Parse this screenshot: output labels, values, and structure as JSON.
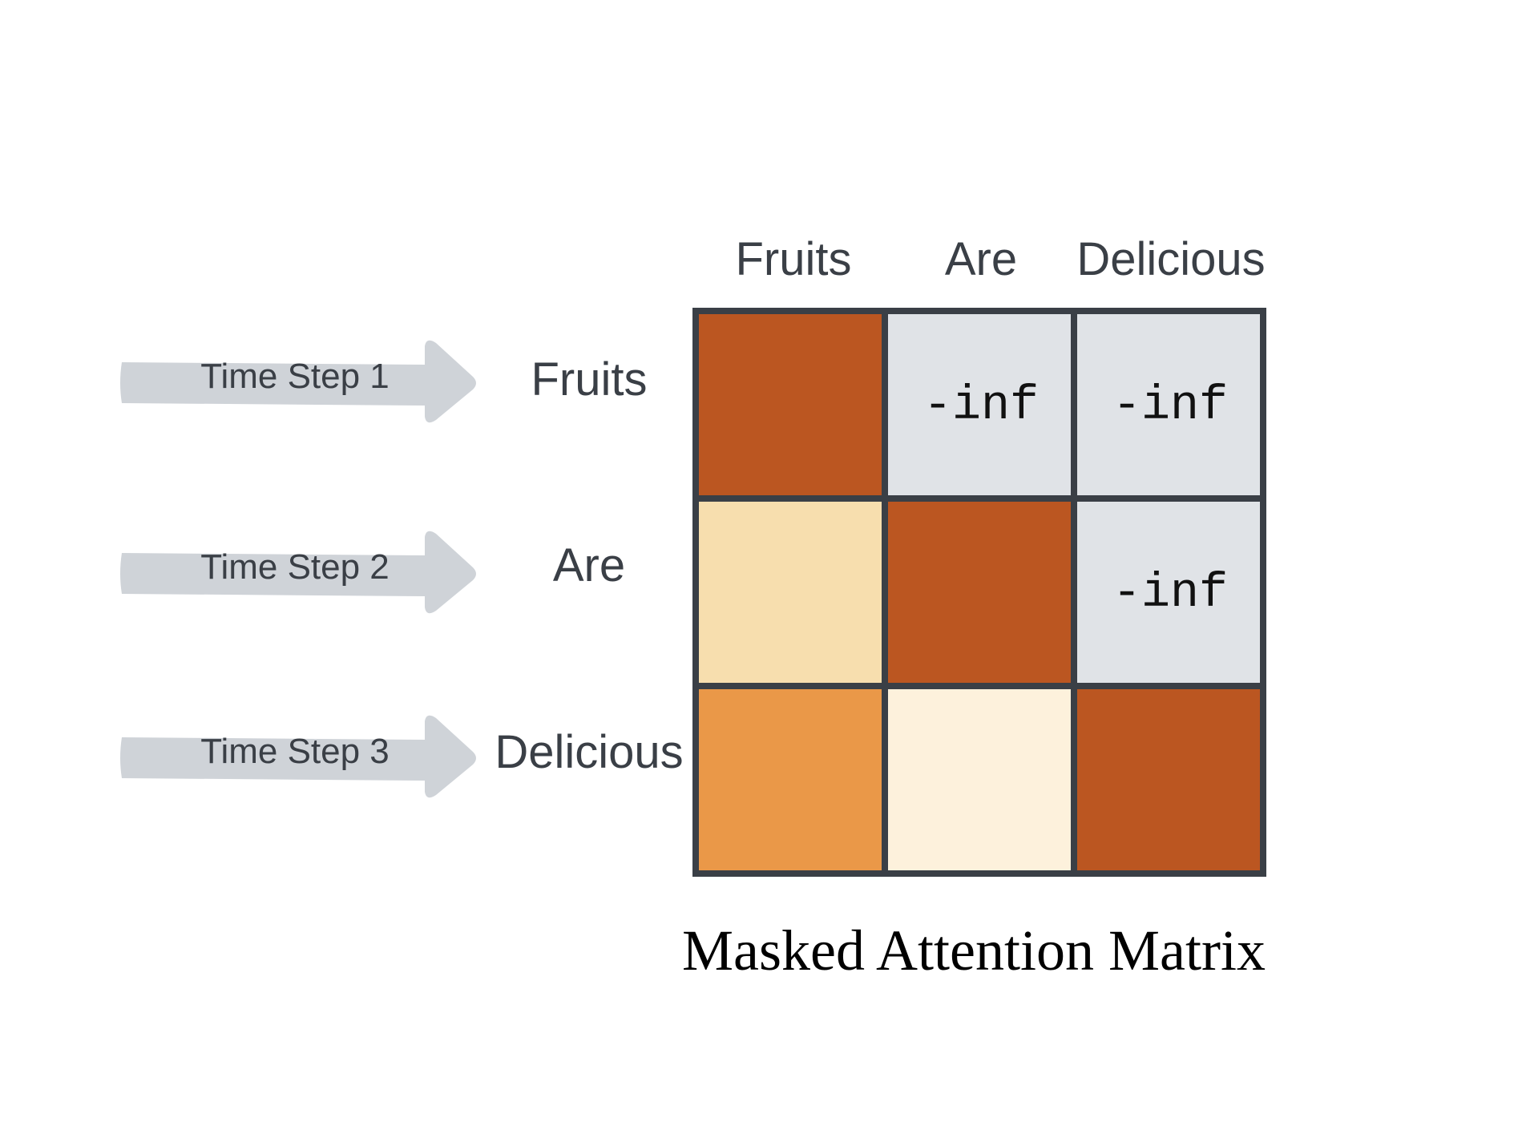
{
  "columns": [
    "Fruits",
    "Are",
    "Delicious"
  ],
  "rows": [
    {
      "time_step": "Time Step 1",
      "token": "Fruits",
      "cells": [
        {
          "text": "",
          "color": "#bb5621"
        },
        {
          "text": "-inf",
          "color": "#e0e3e7"
        },
        {
          "text": "-inf",
          "color": "#e0e3e7"
        }
      ]
    },
    {
      "time_step": "Time Step 2",
      "token": "Are",
      "cells": [
        {
          "text": "",
          "color": "#f7deae"
        },
        {
          "text": "",
          "color": "#bb5621"
        },
        {
          "text": "-inf",
          "color": "#e0e3e7"
        }
      ]
    },
    {
      "time_step": "Time Step 3",
      "token": "Delicious",
      "cells": [
        {
          "text": "",
          "color": "#ea9848"
        },
        {
          "text": "",
          "color": "#fdf1dc"
        },
        {
          "text": "",
          "color": "#bb5621"
        }
      ]
    }
  ],
  "caption": "Masked Attention Matrix",
  "colors": {
    "grid_line": "#3a3f46",
    "arrow": "#cfd3d8",
    "label_text": "#3a3f46"
  }
}
